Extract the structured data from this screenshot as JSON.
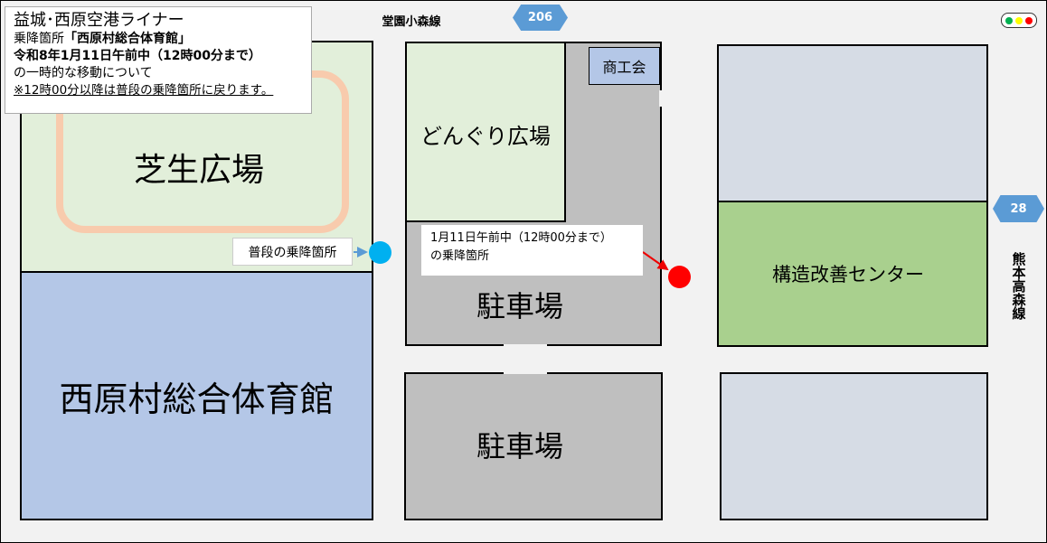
{
  "notice": {
    "title": "益城･西原空港ライナー",
    "line1_prefix": "乗降箇所",
    "line1_bold": "「西原村総合体育館」",
    "line2": "令和8年1月11日午前中（12時00分まで）",
    "line3": "の一時的な移動について",
    "line4": "※12時00分以降は普段の乗降箇所に戻ります。"
  },
  "roads": {
    "top": "堂園小森線",
    "route_top": "206",
    "route_right": "28",
    "right": "熊本高森線"
  },
  "blocks": {
    "shiba": "芝生広場",
    "gym": "西原村総合体育館",
    "donguri": "どんぐり広場",
    "shokokai": "商工会",
    "parking1": "駐車場",
    "parking2": "駐車場",
    "center": "構造改善センター"
  },
  "stops": {
    "usual": "普段の乗降箇所",
    "temp_line1": "1月11日午前中（12時00分まで）",
    "temp_line2": "の乗降箇所"
  },
  "colors": {
    "usual_stop": "#00b0f0",
    "temp_stop": "#ff0000",
    "route_badge": "#5b9bd5"
  }
}
